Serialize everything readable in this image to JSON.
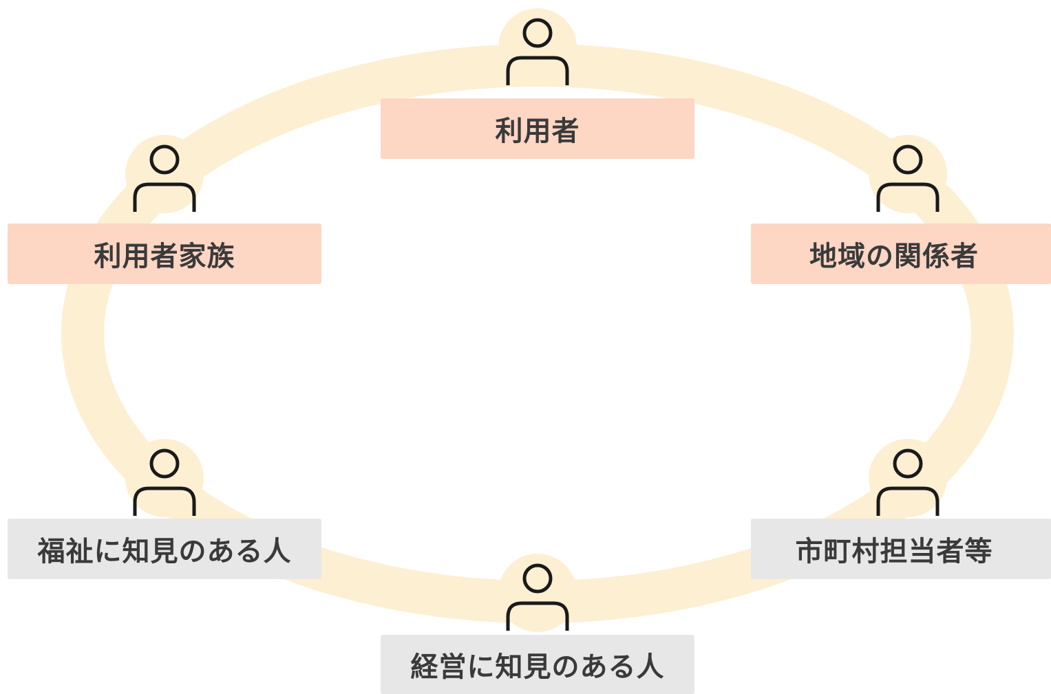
{
  "colors": {
    "ring": "#fdefd2",
    "icon_halo": "#fdefd2",
    "icon_stroke": "#1a1a1a",
    "core_box": "#fdd6c4",
    "expert_box": "#e7e7e7",
    "label_text": "#3a3a3a"
  },
  "nodes": [
    {
      "id": "user",
      "label": "利用者",
      "icon": "person-icon",
      "category": "core"
    },
    {
      "id": "family",
      "label": "利用者家族",
      "icon": "person-icon",
      "category": "core"
    },
    {
      "id": "community",
      "label": "地域の関係者",
      "icon": "person-icon",
      "category": "core"
    },
    {
      "id": "welfare",
      "label": "福祉に知見のある人",
      "icon": "person-icon",
      "category": "expert"
    },
    {
      "id": "municipal",
      "label": "市町村担当者等",
      "icon": "person-icon",
      "category": "expert"
    },
    {
      "id": "management",
      "label": "経営に知見のある人",
      "icon": "person-icon",
      "category": "expert"
    }
  ]
}
